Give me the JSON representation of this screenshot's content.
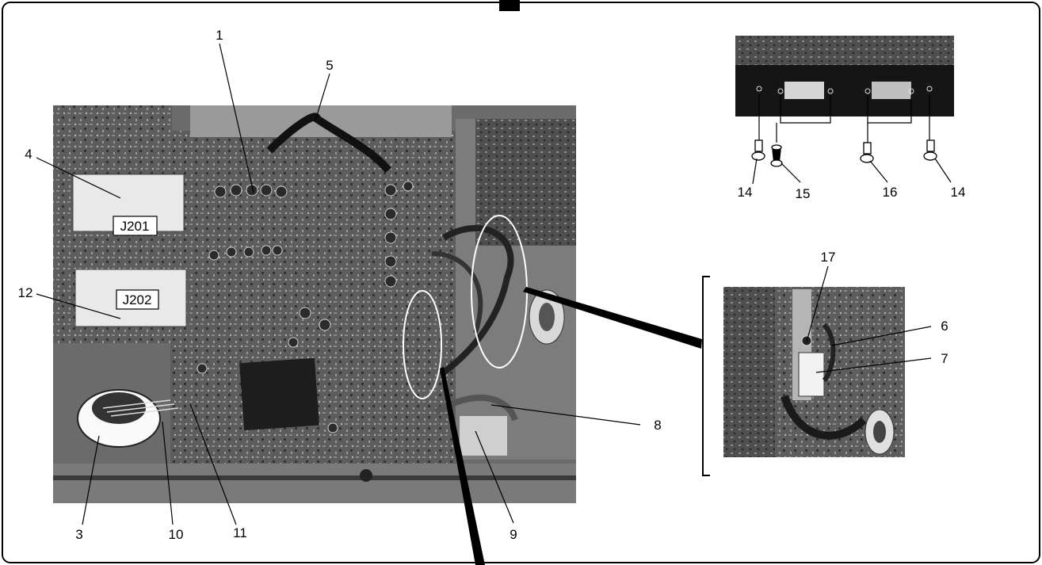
{
  "figure": {
    "main_callouts": [
      "1",
      "5",
      "4",
      "12",
      "3",
      "10",
      "11",
      "8",
      "9"
    ],
    "connector_labels": [
      "J201",
      "J202"
    ],
    "screw_callouts": [
      "14",
      "15",
      "16",
      "14"
    ],
    "inset_callouts": [
      "17",
      "6",
      "7"
    ]
  }
}
